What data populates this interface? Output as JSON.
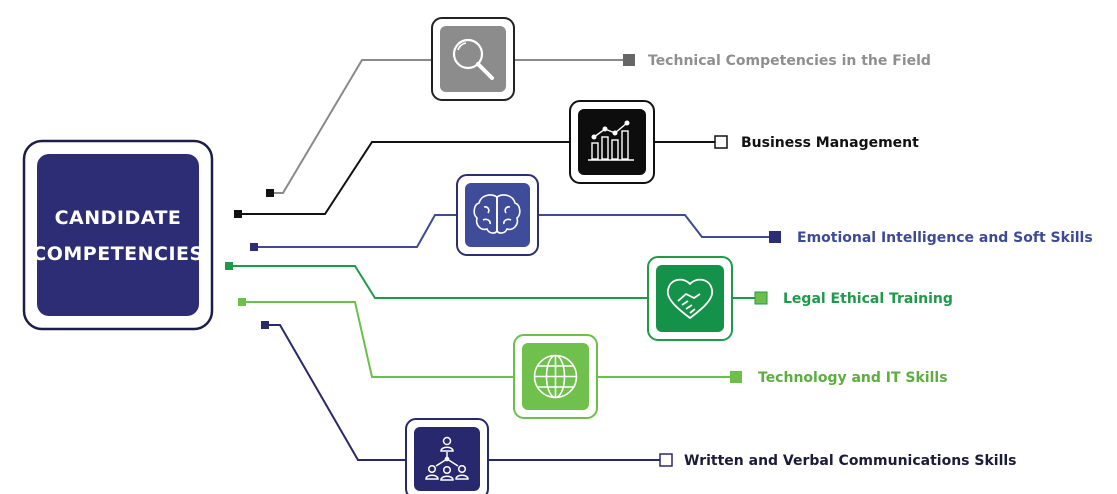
{
  "hub": {
    "title_line1": "CANDIDATE",
    "title_line2": "COMPETENCIES"
  },
  "colors": {
    "navy": "#2b2e72",
    "hub_fill": "#2c2d74",
    "gray": "#8a8a8a",
    "black": "#111111",
    "blue": "#3e4a96",
    "green": "#1f9a4a",
    "light_green": "#6cc04a",
    "dark_navy": "#272a6a"
  },
  "branches": [
    {
      "id": "technical",
      "label": "Technical Competencies in the Field",
      "icon": "magnifying-glass-icon",
      "color": "#8a8a8a",
      "label_color": "#8f8f8f",
      "tile": "#8c8c8c"
    },
    {
      "id": "business",
      "label": "Business Management",
      "icon": "bar-chart-icon",
      "color": "#111111",
      "label_color": "#111111",
      "tile": "#0d0d0d"
    },
    {
      "id": "emotional",
      "label": "Emotional Intelligence and Soft Skills",
      "icon": "brain-icon",
      "color": "#3e4a96",
      "label_color": "#3e4a96",
      "tile": "#3f4c99"
    },
    {
      "id": "legal",
      "label": "Legal Ethical Training",
      "icon": "handshake-icon",
      "color": "#1f9a4a",
      "label_color": "#1f9a4a",
      "tile": "#15924a"
    },
    {
      "id": "technology",
      "label": "Technology and IT Skills",
      "icon": "globe-icon",
      "color": "#6cc04a",
      "label_color": "#5cae3e",
      "tile": "#6fc04c"
    },
    {
      "id": "communication",
      "label": "Written and Verbal Communications Skills",
      "icon": "team-network-icon",
      "color": "#272a6a",
      "label_color": "#1b1b3a",
      "tile": "#28286e"
    }
  ]
}
